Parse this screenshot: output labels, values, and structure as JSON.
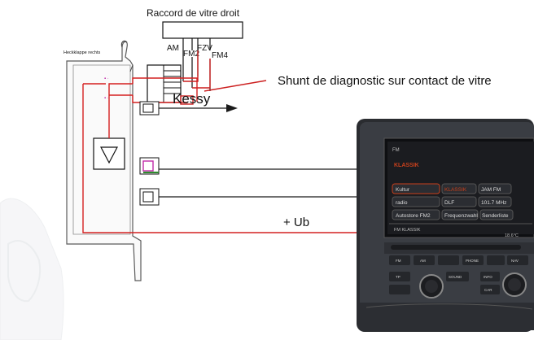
{
  "labels": {
    "connector_title": "Raccord de vitre droit",
    "pin_am": "AM",
    "pin_fm2": "FM2",
    "pin_fzv": "FZV",
    "pin_fm4": "FM4",
    "panel_label": "Heckklappe rechts",
    "shunt_note": "Shunt de diagnostic sur contact de vitre",
    "kessy": "Kessy",
    "ub": "+ Ub"
  },
  "radio": {
    "header_small": "FM",
    "station": "KLASSIK",
    "row1_left": "Kultur",
    "row1_mid": "KLASSIK",
    "row1_right": "JAM FM",
    "row2_left": "radio",
    "row2_mid": "DLF",
    "row2_right": "101.7 MHz",
    "row3_left": "Autostore FM2",
    "row3_mid": "Frequenzwahl",
    "row3_right": "Senderliste",
    "footer_left": "FM  KLASSIK",
    "footer_right": "18.6°C",
    "btn_fm": "FM",
    "btn_am": "AM",
    "btn_phone": "PHONE",
    "btn_nav": "NAV",
    "btn_info": "INFO",
    "btn_car": "CAR",
    "btn_sound": "SOUND",
    "btn_tp": "TP"
  },
  "colors": {
    "red_wire": "#d42020",
    "black_wire": "#1a1a1a",
    "shunt_red": "#cc1f1f",
    "antenna_green": "#2e8b2e",
    "antenna_magenta": "#c02aa8",
    "screen_orange": "#c8401c",
    "panel_gray": "#9a9a9a"
  }
}
